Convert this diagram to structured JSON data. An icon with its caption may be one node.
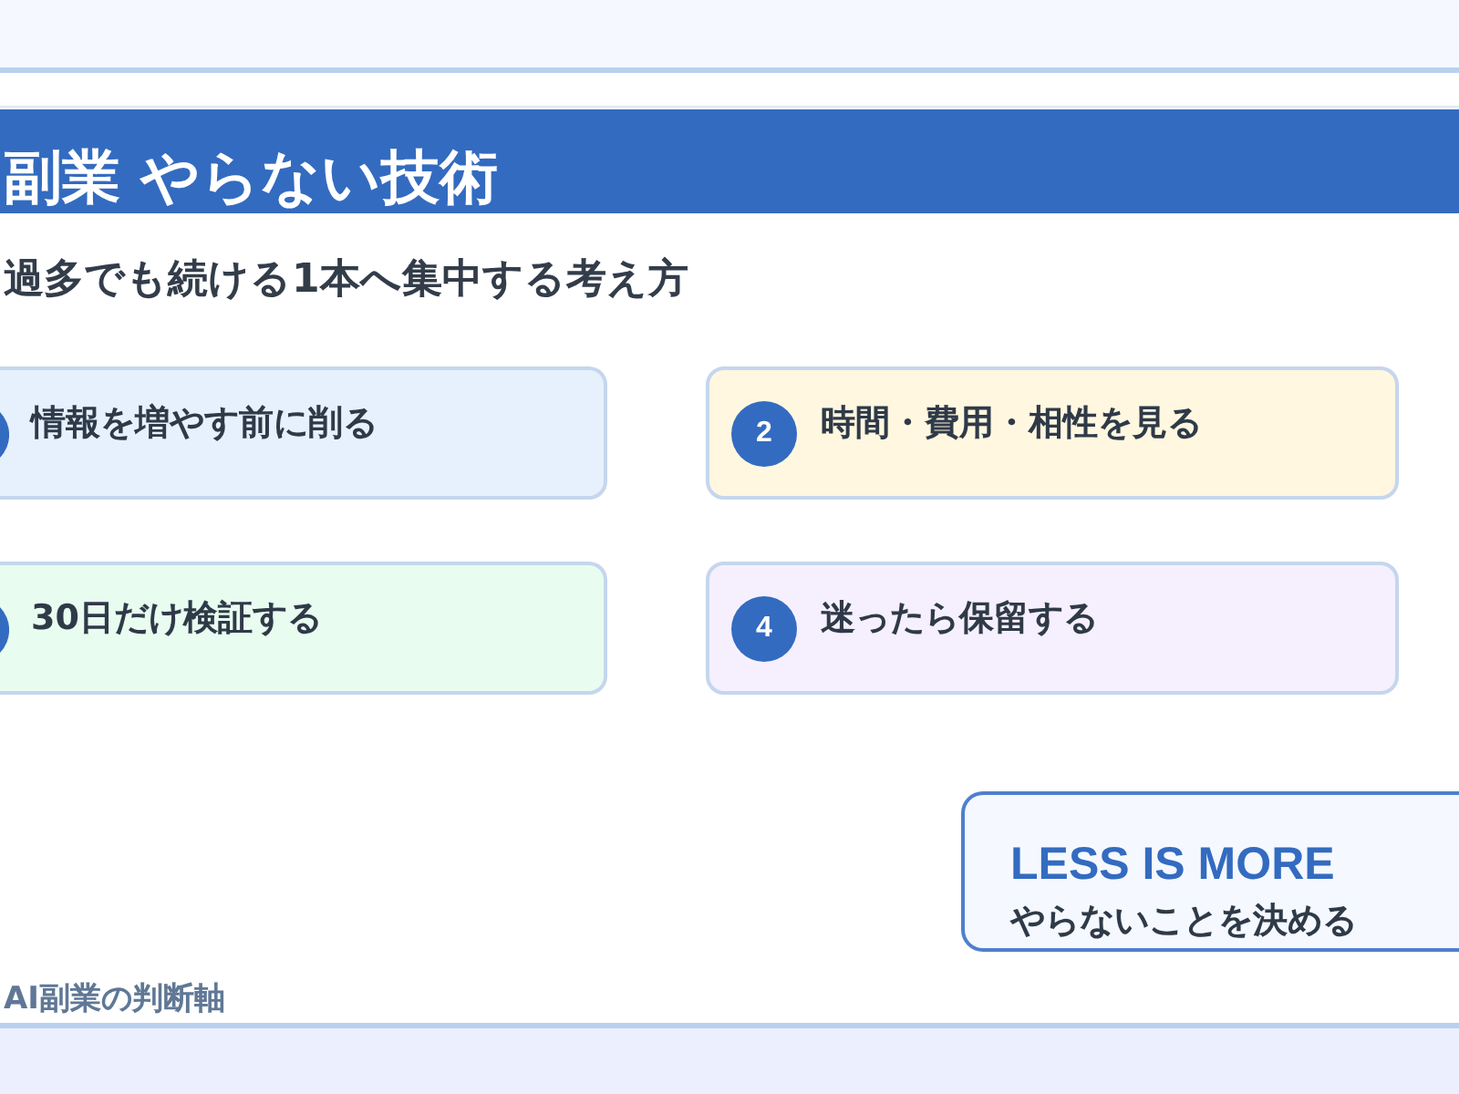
{
  "diagram": {
    "title": "副業 やらない技術",
    "nodes": [
      {
        "text": [
          "情報を増やす前に削る"
        ]
      },
      {
        "text": [],
        "shape": "circle",
        "in": 0
      },
      {
        "text": [
          "時間・費用・相性を見る"
        ]
      },
      {
        "text": [
          "2"
        ],
        "in": 2
      },
      {
        "text": [
          "30日だけ検証する"
        ]
      },
      {
        "text": [],
        "shape": "circle",
        "in": 4
      },
      {
        "text": [
          "迷ったら保留する"
        ]
      },
      {
        "text": [
          "4"
        ],
        "in": 6
      },
      {
        "text": [
          "LESS IS MORE",
          "やらないことを決める"
        ]
      }
    ],
    "labels": [
      "過多でも続ける1本へ集中する考え方",
      "AI副業の判断軸"
    ]
  }
}
